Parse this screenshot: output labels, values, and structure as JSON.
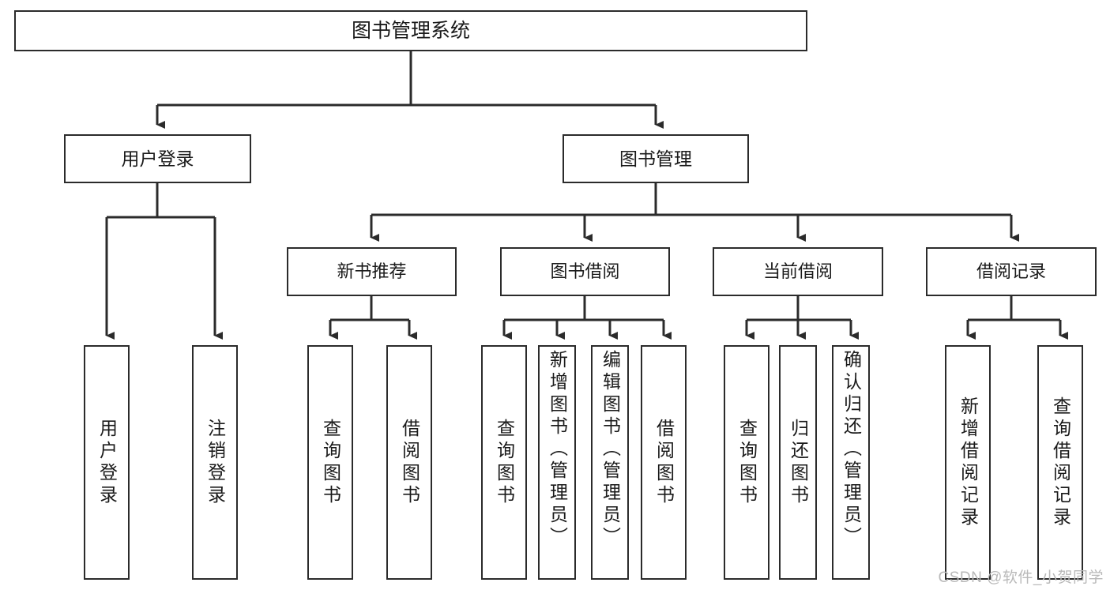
{
  "diagram": {
    "title_node": {
      "label": "图书管理系统"
    },
    "level1": [
      {
        "id": "user-login",
        "label": "用户登录"
      },
      {
        "id": "book-management",
        "label": "图书管理"
      }
    ],
    "level2": [
      {
        "id": "new-book-recommend",
        "label": "新书推荐"
      },
      {
        "id": "book-borrow",
        "label": "图书借阅"
      },
      {
        "id": "current-borrow",
        "label": "当前借阅"
      },
      {
        "id": "borrow-record",
        "label": "借阅记录"
      }
    ],
    "leaves": [
      {
        "id": "leaf-user-login",
        "label": "用户登录",
        "parent": "user-login"
      },
      {
        "id": "leaf-logout-login",
        "label": "注销登录",
        "parent": "user-login"
      },
      {
        "id": "leaf-query-book-1",
        "label": "查询图书",
        "parent": "new-book-recommend"
      },
      {
        "id": "leaf-borrow-book-1",
        "label": "借阅图书",
        "parent": "new-book-recommend"
      },
      {
        "id": "leaf-query-book-2",
        "label": "查询图书",
        "parent": "book-borrow"
      },
      {
        "id": "leaf-add-book-admin",
        "label": "新增图书（管理员）",
        "parent": "book-borrow"
      },
      {
        "id": "leaf-edit-book-admin",
        "label": "编辑图书（管理员）",
        "parent": "book-borrow"
      },
      {
        "id": "leaf-borrow-book-2",
        "label": "借阅图书",
        "parent": "book-borrow"
      },
      {
        "id": "leaf-query-book-3",
        "label": "查询图书",
        "parent": "current-borrow"
      },
      {
        "id": "leaf-return-book",
        "label": "归还图书",
        "parent": "current-borrow"
      },
      {
        "id": "leaf-confirm-return-admin",
        "label": "确认归还（管理员）",
        "parent": "current-borrow"
      },
      {
        "id": "leaf-add-borrow-record",
        "label": "新增借阅记录",
        "parent": "borrow-record"
      },
      {
        "id": "leaf-query-borrow-record",
        "label": "查询借阅记录",
        "parent": "borrow-record"
      }
    ],
    "colors": {
      "line": "#2b2b2b",
      "box_fill": "#ffffff",
      "text": "#1a1a1a",
      "watermark": "#b9b9b9"
    }
  },
  "watermark": {
    "text": "CSDN @软件_小贺同学"
  }
}
